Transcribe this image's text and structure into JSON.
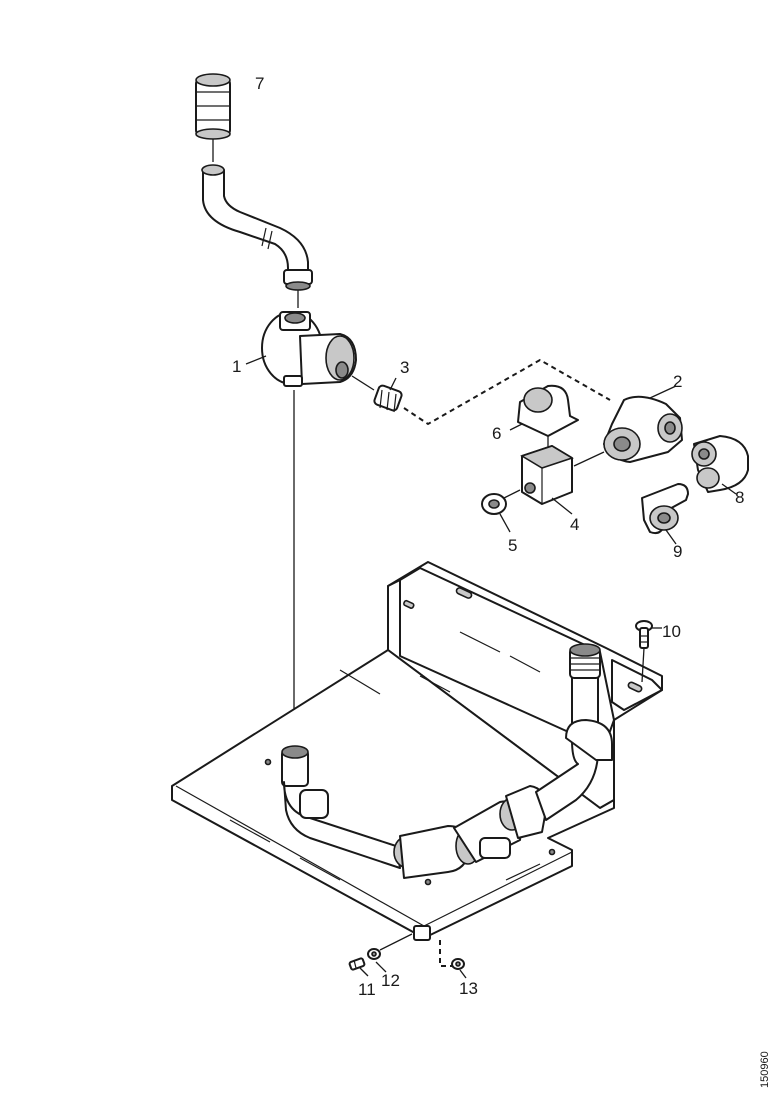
{
  "callouts": [
    "1",
    "2",
    "3",
    "4",
    "5",
    "6",
    "7",
    "8",
    "9",
    "10",
    "11",
    "12",
    "13"
  ],
  "drawing_code": "150960"
}
